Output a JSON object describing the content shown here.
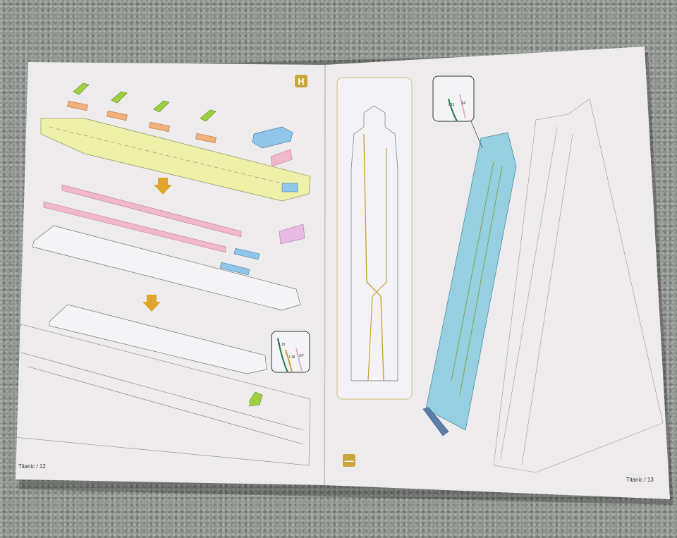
{
  "photo": {
    "subject": "Open instruction booklet on grey carpet",
    "background_color": "#8c918c"
  },
  "booklet": {
    "left_page": {
      "step_badge": "H",
      "footer": "Titanic / 12",
      "badge_color": "#c9a63c",
      "callout_wire_labels": [
        "L19",
        "L18",
        "SP"
      ],
      "part_colors": {
        "green": "#9fcf3f",
        "orange": "#f2b07a",
        "yellow": "#eef0a8",
        "blue": "#8fc6ea",
        "pink": "#f1b7cc",
        "lilac": "#e9b9e6"
      }
    },
    "right_page": {
      "step_badge": "—",
      "footer": "Titanic / 13",
      "badge_color": "#c9a63c",
      "callout_wire_labels": [
        "L19",
        "SP"
      ],
      "part_colors": {
        "cyan_deck": "#96cfe0",
        "dark_blue": "#5b7fa8",
        "wire_green": "#1f7a4a",
        "wire_yellow": "#c8a23a",
        "wire_pink": "#d8b5c6"
      }
    }
  }
}
